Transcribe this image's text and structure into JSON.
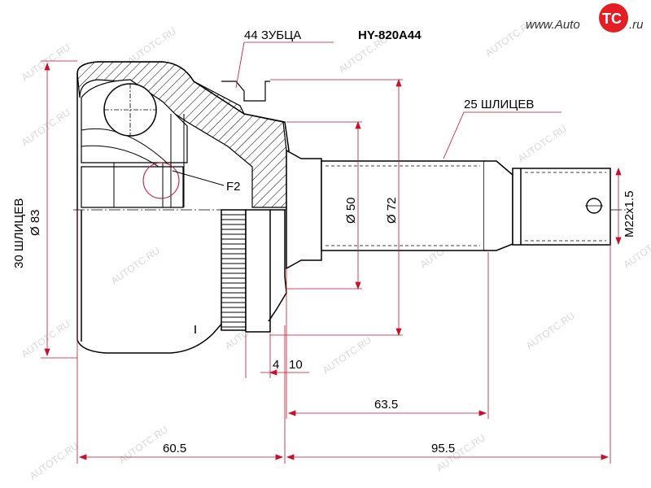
{
  "logo": {
    "text": "www.Auto",
    "badge": "TC",
    "suffix": ".ru"
  },
  "watermark": {
    "site": "AUTOTC.RU"
  },
  "part_number": "HY-820A44",
  "labels": {
    "teeth": "44 ЗУБЦА",
    "outer_splines": "25 ШЛИЦЕВ",
    "inner_splines": "30 ШЛИЦЕВ",
    "inner_diameter": "Ø 83",
    "feature_f2": "F2",
    "dia_50": "Ø 50",
    "dia_72": "Ø 72",
    "thread": "M22x1.5",
    "dim_4": "4",
    "dim_10": "10",
    "dim_63_5": "63.5",
    "dim_60_5": "60.5",
    "dim_95_5": "95.5"
  },
  "colors": {
    "line": "#000000",
    "dimension": "#c8102e",
    "watermark": "#d9d9d9",
    "logo_red": "#e31e24"
  }
}
